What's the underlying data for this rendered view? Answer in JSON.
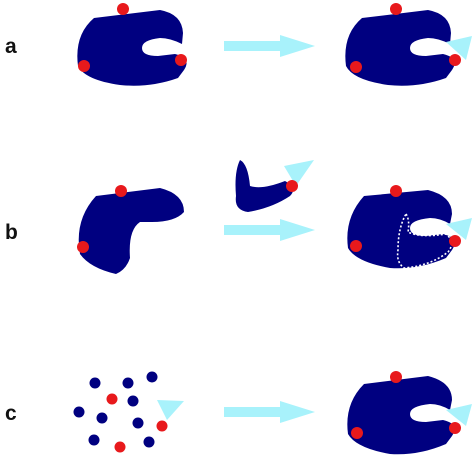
{
  "rows": [
    {
      "label": "a"
    },
    {
      "label": "b"
    },
    {
      "label": "c"
    }
  ],
  "colors": {
    "receptor": "#000080",
    "site": "#e8191c",
    "ligand": "#a8f2fb",
    "arrow": "#a8f2fb",
    "particle": "#000080",
    "dotted_outline": "#ffffff",
    "label_text": "#111111"
  },
  "icons": {
    "transform_arrow": "right-arrow-icon"
  }
}
